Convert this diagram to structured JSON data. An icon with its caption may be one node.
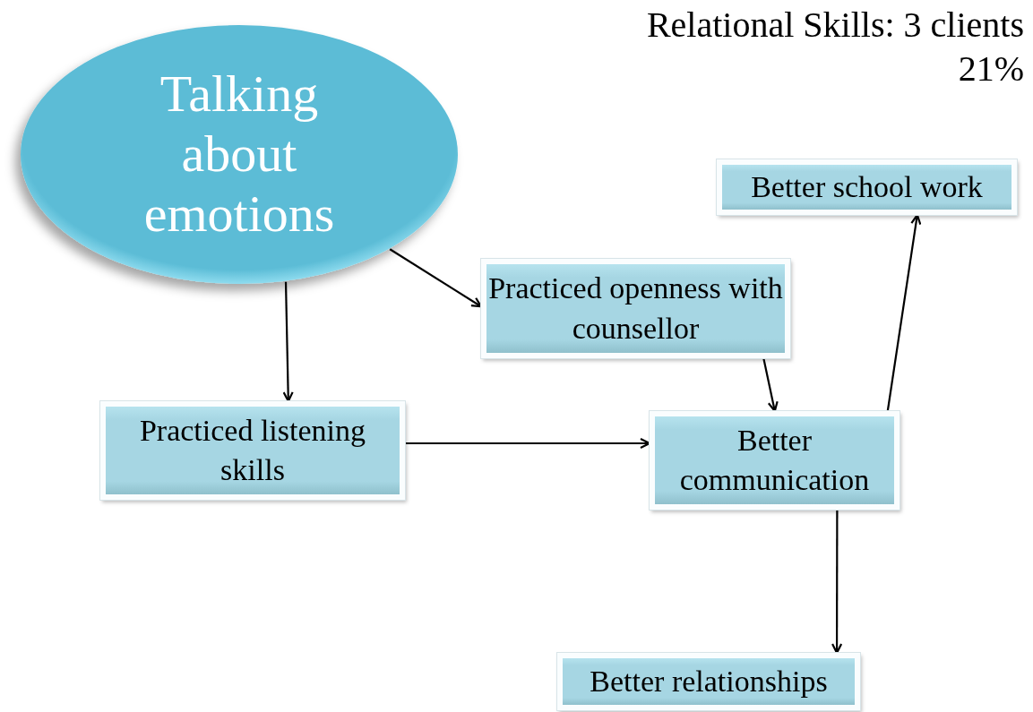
{
  "diagram": {
    "title": "Relational Skills: 3 clients 21%",
    "nodes": [
      {
        "text": [
          "Talking about emotions"
        ]
      },
      {
        "text": [
          "Practiced openness with counsellor"
        ]
      },
      {
        "text": [
          "Practiced listening skills"
        ]
      },
      {
        "text": [
          "Better communication"
        ]
      },
      {
        "text": [
          "Better school work"
        ]
      },
      {
        "text": [
          "Better relationships"
        ]
      }
    ],
    "edges": [
      {
        "from": 0,
        "to": 1,
        "arrow": "to"
      },
      {
        "from": 0,
        "to": 2,
        "arrow": "to"
      },
      {
        "from": 2,
        "to": 3,
        "arrow": "to"
      },
      {
        "from": 1,
        "to": 3,
        "arrow": "to"
      },
      {
        "from": 3,
        "to": 4,
        "arrow": "to"
      },
      {
        "from": 3,
        "to": 5,
        "arrow": "to"
      }
    ]
  }
}
